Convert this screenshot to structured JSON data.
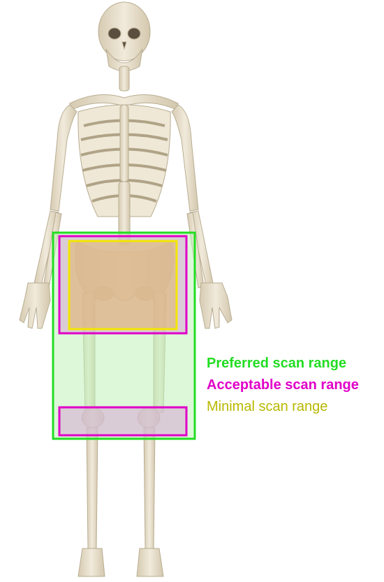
{
  "legend": {
    "preferred": "Preferred scan range",
    "acceptable": "Acceptable scan range",
    "minimal": "Minimal scan range"
  },
  "colors": {
    "preferred": "#22dd22",
    "acceptable": "#e000c8",
    "minimal": "#b8b800",
    "preferred_fill": "#ccf5c8",
    "acceptable_fill": "#d9b0dc",
    "minimal_fill": "#e8c27a",
    "minimal_border": "#f3e600",
    "bone": "#ebe3d0",
    "bone_shadow": "#cfc4aa"
  },
  "icons": {
    "figure": "skeleton-illustration"
  }
}
